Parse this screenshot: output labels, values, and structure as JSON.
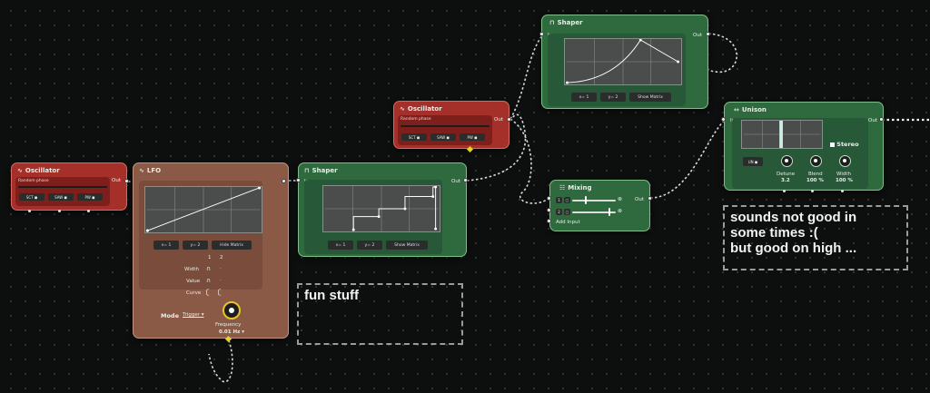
{
  "osc1": {
    "title": "Oscillator",
    "out": "Out",
    "random_phase": "Random phase",
    "buttons": [
      "SCT ◼",
      "SAW ◼",
      "PW ◼"
    ]
  },
  "lfo": {
    "title": "LFO",
    "matrix_buttons": [
      "x= 1",
      "y= 2",
      "Hide Matrix"
    ],
    "cols": [
      "1",
      "2"
    ],
    "rows": [
      "Width",
      "Value",
      "Curve"
    ],
    "mode_label": "Mode",
    "mode_value": "Trigger",
    "freq_label": "Frequency",
    "freq_value": "0.01 Hz"
  },
  "shaper1": {
    "title": "Shaper",
    "in": "In",
    "out": "Out",
    "buttons": [
      "x= 1",
      "y= 2",
      "Show Matrix"
    ]
  },
  "osc2": {
    "title": "Oscillator",
    "out": "Out",
    "random_phase": "Random phase",
    "buttons": [
      "SCT ◼",
      "SAW ◼",
      "PW ◼"
    ]
  },
  "shaper2": {
    "title": "Shaper",
    "in": "In",
    "out": "Out",
    "buttons": [
      "x= 1",
      "y= 2",
      "Show Matrix"
    ]
  },
  "mixing": {
    "title": "Mixing",
    "out": "Out",
    "add_input": "Add Input"
  },
  "unison": {
    "title": "Unison",
    "in": "In",
    "out": "Out",
    "voices": "UN ◼",
    "stereo": "Stereo",
    "knobs": [
      {
        "label": "Detune",
        "value": "3.2"
      },
      {
        "label": "Blend",
        "value": "100 %"
      },
      {
        "label": "Width",
        "value": "100 %"
      }
    ]
  },
  "notes": {
    "fun": "fun stuff",
    "sounds": [
      "sounds not good in",
      "some times :(",
      "but good on high ..."
    ]
  },
  "colors": {
    "osc": "#a5302a",
    "shaper": "#2f6a3f",
    "lfo": "#8a5a47",
    "modulation": "#e5d420"
  }
}
